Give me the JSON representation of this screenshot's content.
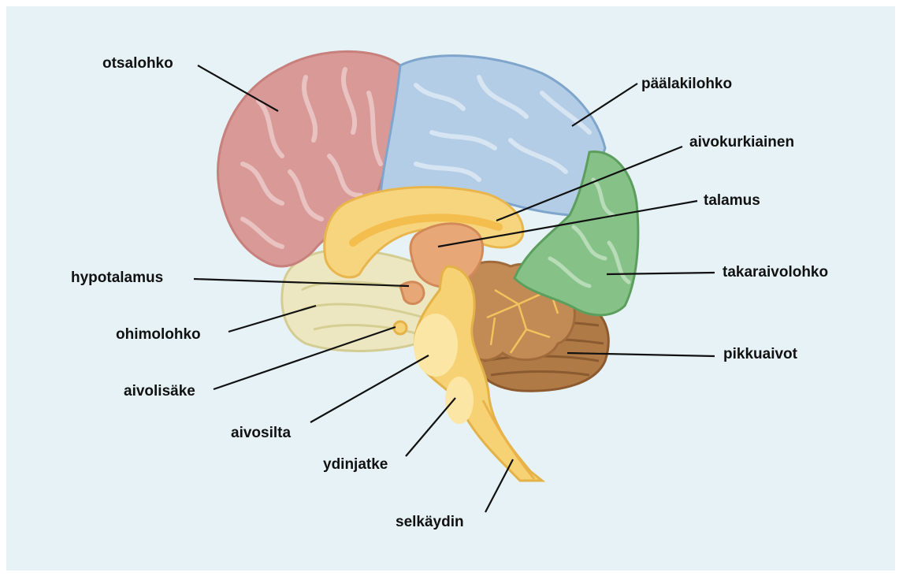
{
  "colors": {
    "background": "#e6f2f5",
    "frontal": "#d99a97",
    "parietal": "#b3cde6",
    "occipital": "#86c287",
    "temporal": "#ece7c1",
    "limbic": "#f7d57e",
    "thalamus": "#e8a777",
    "brainstem": "#f7d274",
    "cerebellum": "#b07a46",
    "leader_line": "#111111"
  },
  "labels": {
    "otsalohko": "otsalohko",
    "paalakilohko": "päälakilohko",
    "aivokurkiainen": "aivokurkiainen",
    "talamus": "talamus",
    "takaraivolohko": "takaraivolohko",
    "hypotalamus": "hypotalamus",
    "ohimolohko": "ohimolohko",
    "pikkuaivot": "pikkuaivot",
    "aivolisake": "aivolisäke",
    "aivosilta": "aivosilta",
    "ydinjatke": "ydinjatke",
    "selkaydin": "selkäydin"
  }
}
